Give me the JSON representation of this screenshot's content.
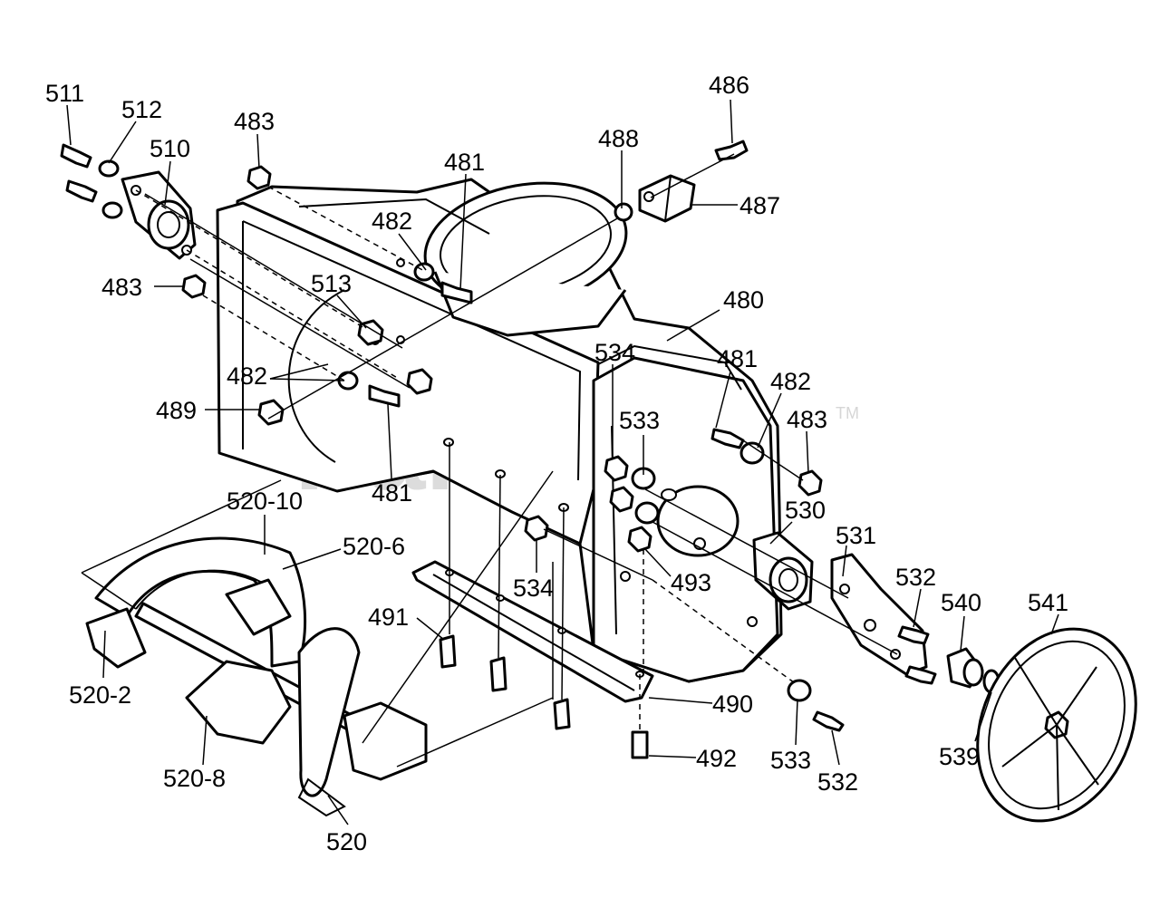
{
  "watermark": {
    "text": "PartsTree",
    "trademark": "TM"
  },
  "callouts": [
    {
      "id": "c511",
      "text": "511"
    },
    {
      "id": "c512",
      "text": "512"
    },
    {
      "id": "c510",
      "text": "510"
    },
    {
      "id": "c483a",
      "text": "483"
    },
    {
      "id": "c481a",
      "text": "481"
    },
    {
      "id": "c488",
      "text": "488"
    },
    {
      "id": "c486",
      "text": "486"
    },
    {
      "id": "c487",
      "text": "487"
    },
    {
      "id": "c482a",
      "text": "482"
    },
    {
      "id": "c483b",
      "text": "483"
    },
    {
      "id": "c513",
      "text": "513"
    },
    {
      "id": "c480",
      "text": "480"
    },
    {
      "id": "c534a",
      "text": "534"
    },
    {
      "id": "c481b",
      "text": "481"
    },
    {
      "id": "c482b",
      "text": "482"
    },
    {
      "id": "c482c",
      "text": "482"
    },
    {
      "id": "c483c",
      "text": "483"
    },
    {
      "id": "c489",
      "text": "489"
    },
    {
      "id": "c533a",
      "text": "533"
    },
    {
      "id": "c481c",
      "text": "481"
    },
    {
      "id": "c520-10",
      "text": "520-10"
    },
    {
      "id": "c530",
      "text": "530"
    },
    {
      "id": "c531",
      "text": "531"
    },
    {
      "id": "c520-6",
      "text": "520-6"
    },
    {
      "id": "c534b",
      "text": "534"
    },
    {
      "id": "c493",
      "text": "493"
    },
    {
      "id": "c532a",
      "text": "532"
    },
    {
      "id": "c540",
      "text": "540"
    },
    {
      "id": "c541",
      "text": "541"
    },
    {
      "id": "c491",
      "text": "491"
    },
    {
      "id": "c520-2",
      "text": "520-2"
    },
    {
      "id": "c490",
      "text": "490"
    },
    {
      "id": "c533b",
      "text": "533"
    },
    {
      "id": "c539",
      "text": "539"
    },
    {
      "id": "c492",
      "text": "492"
    },
    {
      "id": "c520-8",
      "text": "520-8"
    },
    {
      "id": "c532b",
      "text": "532"
    },
    {
      "id": "c520",
      "text": "520"
    }
  ]
}
